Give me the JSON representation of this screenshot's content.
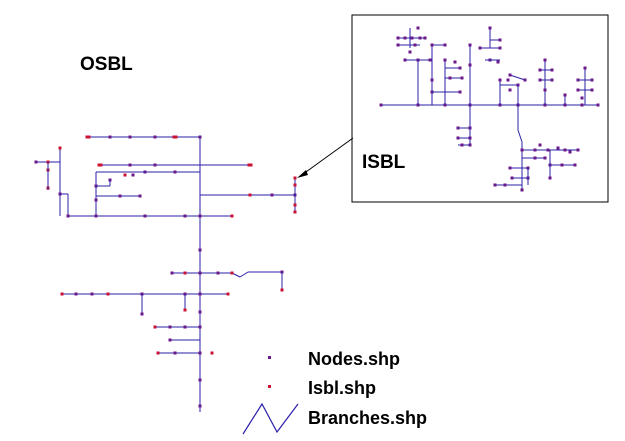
{
  "labels": {
    "osbl": "OSBL",
    "isbl": "ISBL"
  },
  "legend": [
    {
      "text": "Nodes.shp",
      "symbol": "node-point"
    },
    {
      "text": "Isbl.shp",
      "symbol": "isbl-point"
    },
    {
      "text": "Branches.shp",
      "symbol": "branch-line"
    }
  ],
  "colors": {
    "branch": "#2b1fa8",
    "node": "#6a1a8a",
    "isbl": "#cc1133",
    "inset_border": "#000000",
    "background": "#ffffff"
  }
}
